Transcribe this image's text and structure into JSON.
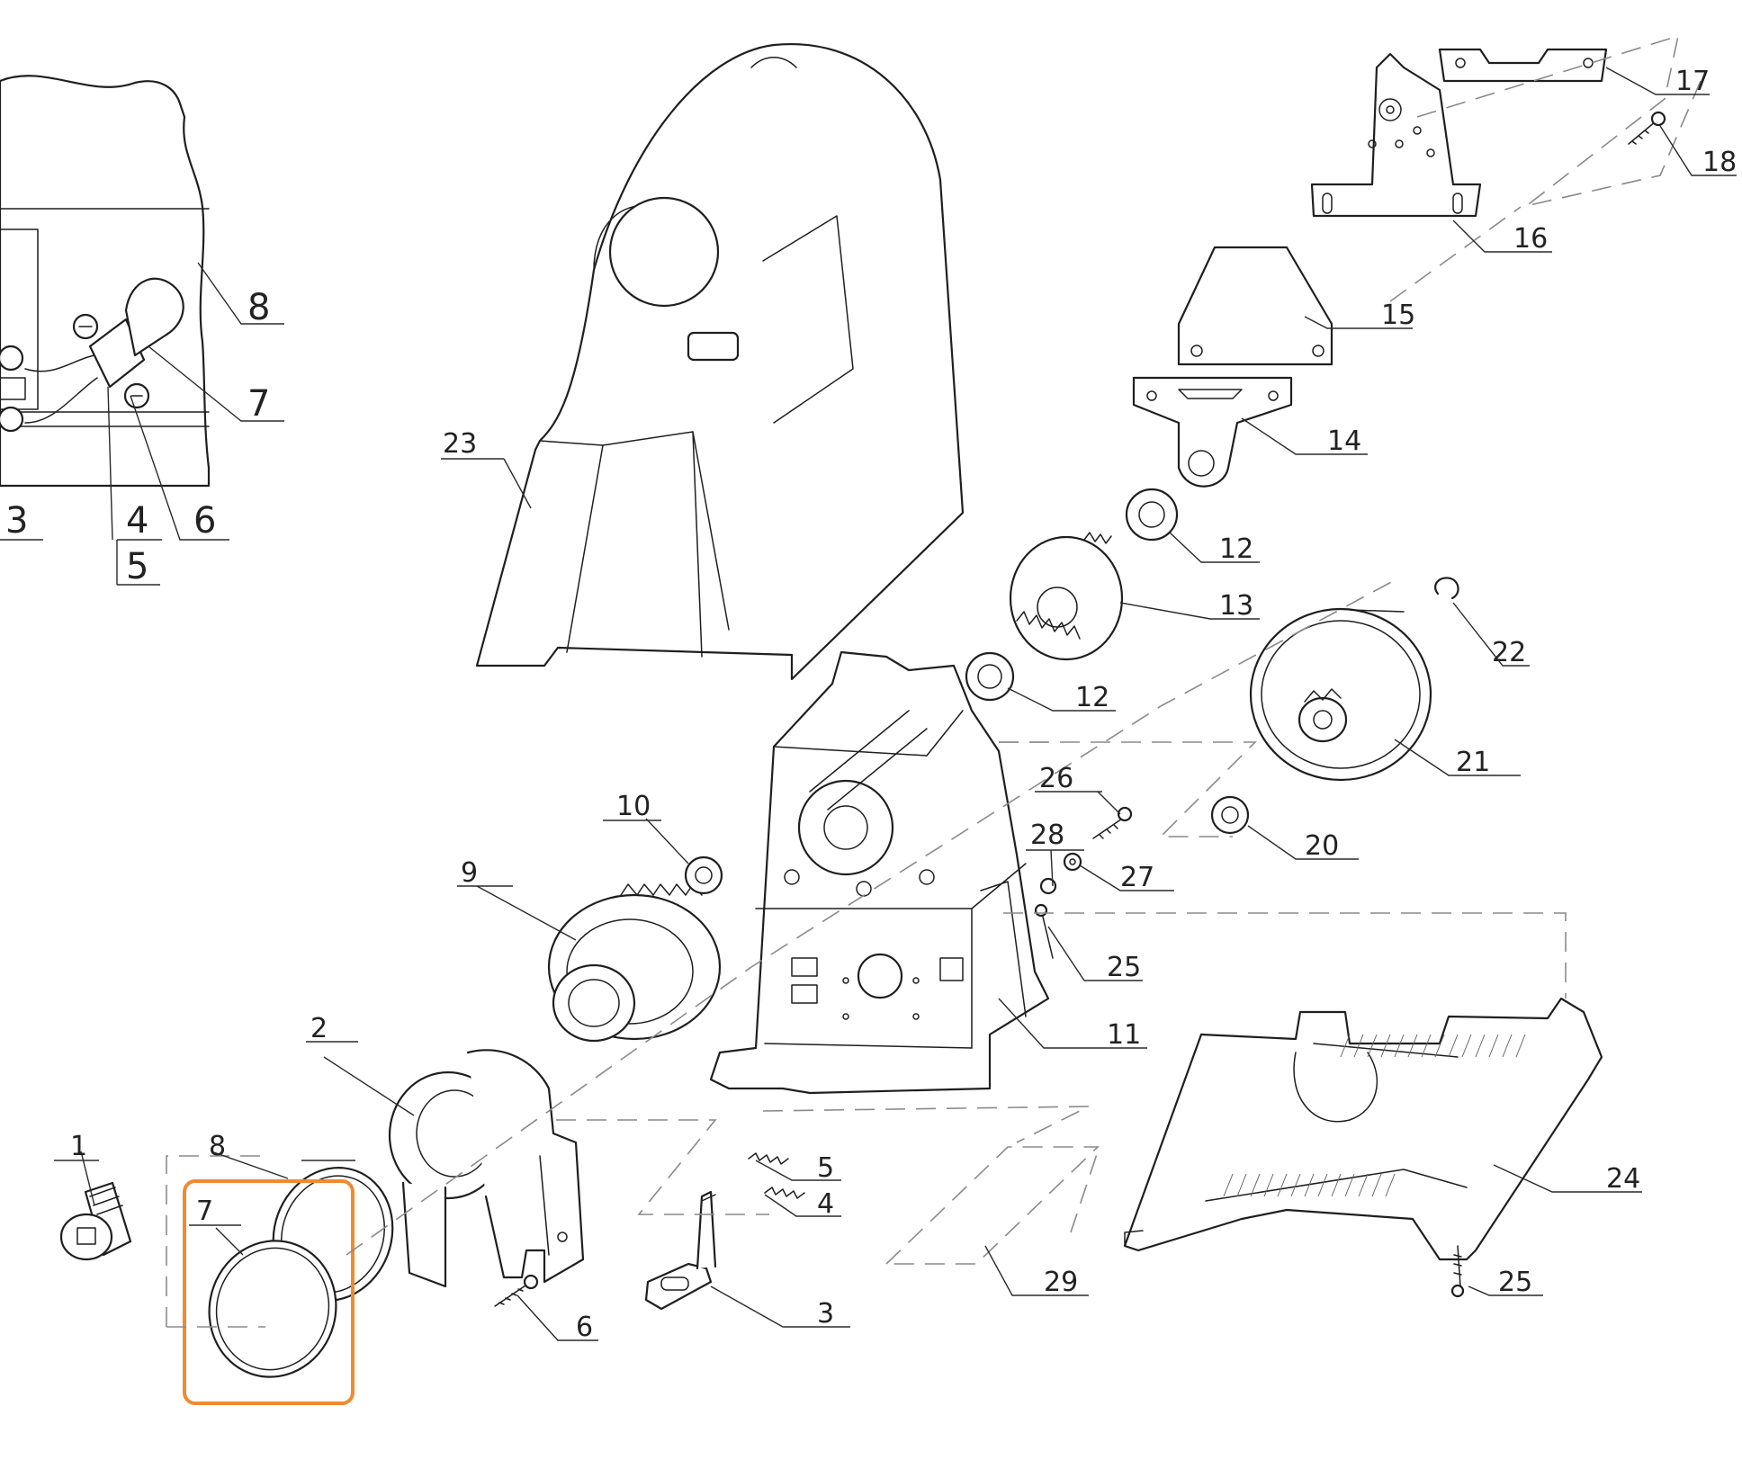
{
  "callouts": {
    "c1": "1",
    "c2": "2",
    "c3": "3",
    "c4": "4",
    "c5": "5",
    "c6": "6",
    "c7": "7",
    "c8": "8",
    "c9": "9",
    "c10": "10",
    "c11": "11",
    "c12a": "12",
    "c12b": "12",
    "c13": "13",
    "c14": "14",
    "c15": "15",
    "c16": "16",
    "c17": "17",
    "c18": "18",
    "c20": "20",
    "c21": "21",
    "c22": "22",
    "c23": "23",
    "c24": "24",
    "c25a": "25",
    "c25b": "25",
    "c26": "26",
    "c27": "27",
    "c28": "28",
    "c29": "29"
  },
  "inset_callouts": {
    "i3": "3",
    "i4": "4",
    "i5": "5",
    "i6": "6",
    "i7": "7",
    "i8": "8"
  },
  "colors": {
    "highlight": "#f08a30",
    "line": "#1f1f1f"
  }
}
